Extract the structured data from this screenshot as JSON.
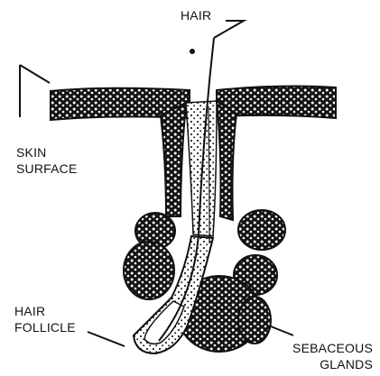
{
  "labels": {
    "hair": "HAIR",
    "skin_line1": "SKIN",
    "skin_line2": "SURFACE",
    "follicle_line1": "HAIR",
    "follicle_line2": "FOLLICLE",
    "glands_line1": "SEBACEOUS",
    "glands_line2": "GLANDS"
  },
  "colors": {
    "ink": "#111111",
    "background": "#ffffff"
  }
}
